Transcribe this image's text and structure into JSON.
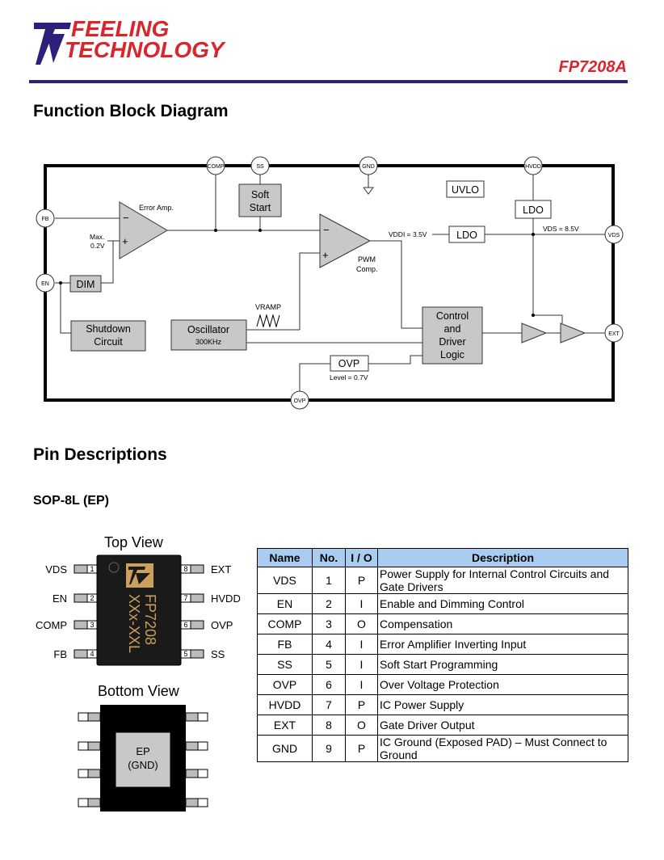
{
  "header": {
    "brand_line1": "FEELING",
    "brand_line2": "TECHNOLOGY",
    "part_number": "FP7208A",
    "brand_color": "#d9262c",
    "rule_color": "#2e1f7a"
  },
  "sections": {
    "block_diagram_title": "Function Block Diagram",
    "pin_desc_title": "Pin Descriptions",
    "package_title": "SOP-8L (EP)"
  },
  "diagram": {
    "pins": {
      "comp": "COMP",
      "ss": "SS",
      "gnd": "GND",
      "hvdd": "HVDD",
      "fb": "FB",
      "en": "EN",
      "vds": "VDS",
      "ext": "EXT",
      "ovp": "OVP"
    },
    "blocks": {
      "soft_start_1": "Soft",
      "soft_start_2": "Start",
      "uvlo": "UVLO",
      "ldo_top": "LDO",
      "ldo_mid": "LDO",
      "dim": "DIM",
      "shutdown_1": "Shutdown",
      "shutdown_2": "Circuit",
      "oscillator": "Oscillator",
      "osc_freq": "300KHz",
      "control_1": "Control",
      "control_2": "and",
      "control_3": "Driver",
      "control_4": "Logic",
      "ovp": "OVP"
    },
    "labels": {
      "error_amp": "Error Amp.",
      "max": "Max.",
      "max_v": "0.2V",
      "pwm": "PWM",
      "comp": "Comp.",
      "vddi": "VDDI = 3.5V",
      "vds_eq": "VDS = 8.5V",
      "vramp": "VRAMP",
      "level": "Level = 0.7V",
      "minus": "−",
      "plus": "+"
    }
  },
  "package": {
    "top_view": "Top View",
    "bottom_view": "Bottom View",
    "chip_mark_1": "FP7208",
    "chip_mark_2": "XXx-XXL",
    "ep_1": "EP",
    "ep_2": "(GND)",
    "left_pins": [
      {
        "name": "VDS",
        "num": "1"
      },
      {
        "name": "EN",
        "num": "2"
      },
      {
        "name": "COMP",
        "num": "3"
      },
      {
        "name": "FB",
        "num": "4"
      }
    ],
    "right_pins": [
      {
        "name": "EXT",
        "num": "8"
      },
      {
        "name": "HVDD",
        "num": "7"
      },
      {
        "name": "OVP",
        "num": "6"
      },
      {
        "name": "SS",
        "num": "5"
      }
    ]
  },
  "pin_table": {
    "headers": [
      "Name",
      "No.",
      "I / O",
      "Description"
    ],
    "header_color": "#a9cdf0",
    "rows": [
      {
        "name": "VDS",
        "no": "1",
        "io": "P",
        "desc": "Power Supply for Internal Control Circuits and Gate Drivers"
      },
      {
        "name": "EN",
        "no": "2",
        "io": "I",
        "desc": "Enable and Dimming Control"
      },
      {
        "name": "COMP",
        "no": "3",
        "io": "O",
        "desc": "Compensation"
      },
      {
        "name": "FB",
        "no": "4",
        "io": "I",
        "desc": "Error Amplifier Inverting Input"
      },
      {
        "name": "SS",
        "no": "5",
        "io": "I",
        "desc": "Soft Start Programming"
      },
      {
        "name": "OVP",
        "no": "6",
        "io": "I",
        "desc": "Over Voltage Protection"
      },
      {
        "name": "HVDD",
        "no": "7",
        "io": "P",
        "desc": "IC Power Supply"
      },
      {
        "name": "EXT",
        "no": "8",
        "io": "O",
        "desc": "Gate Driver Output"
      },
      {
        "name": "GND",
        "no": "9",
        "io": "P",
        "desc": "IC Ground (Exposed PAD) – Must Connect to Ground"
      }
    ]
  }
}
